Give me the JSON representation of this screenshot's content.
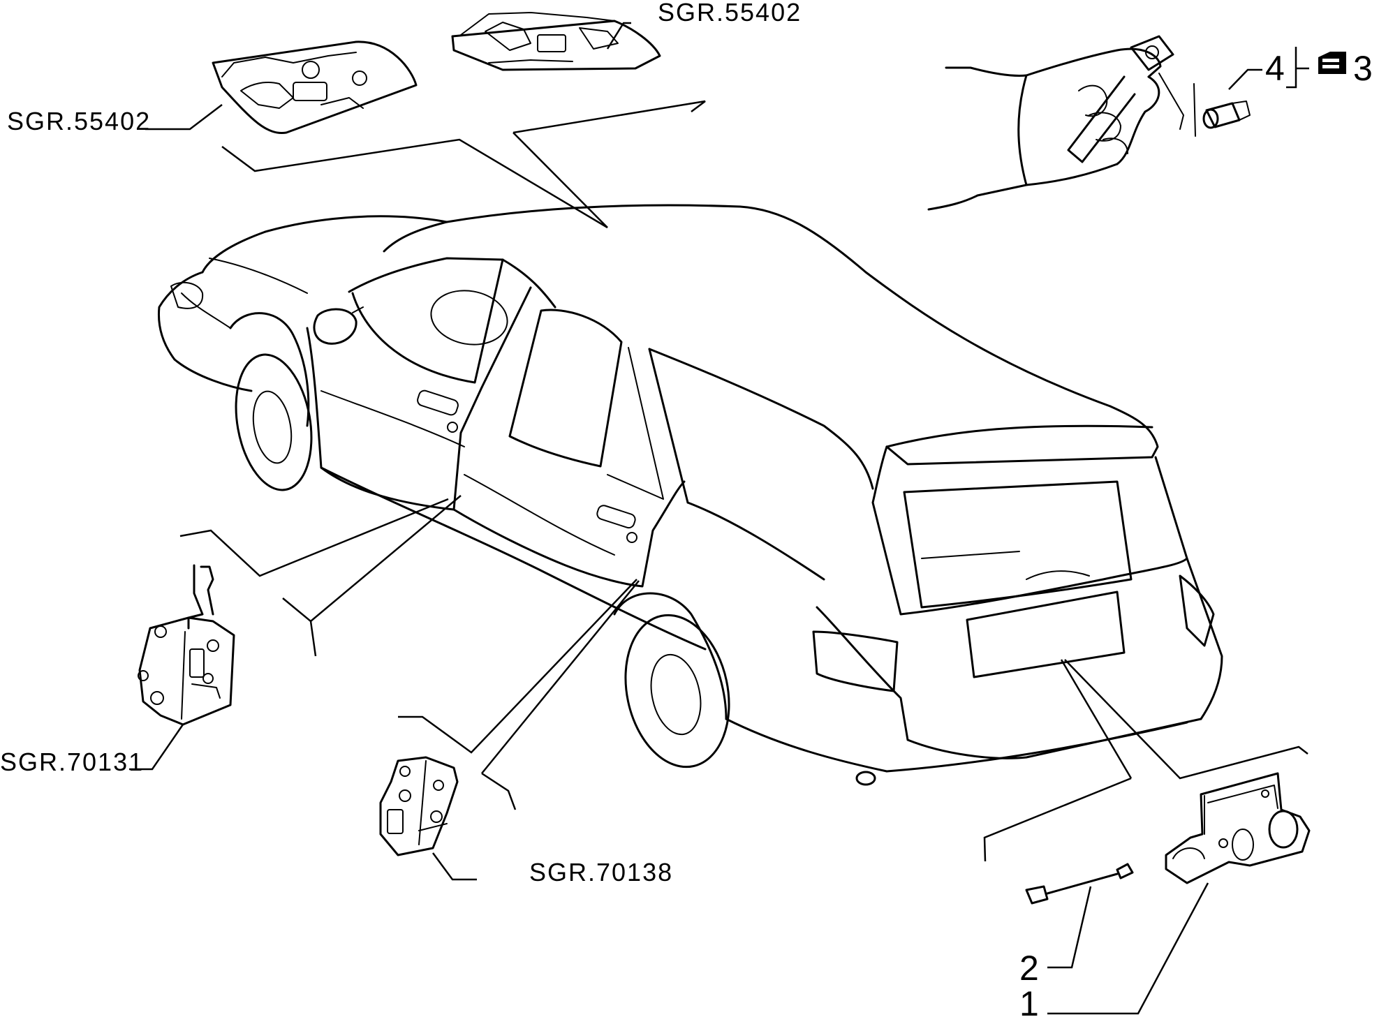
{
  "callouts": {
    "courtesy_light_left": "SGR.55402",
    "courtesy_light_top": "SGR.55402",
    "front_door_lock": "SGR.70131",
    "rear_door_lock": "SGR.70138",
    "part_1": "1",
    "part_2": "2",
    "part_3": "3",
    "part_4": "4"
  },
  "icons": {
    "part_3_symbol": "card-key-icon"
  }
}
